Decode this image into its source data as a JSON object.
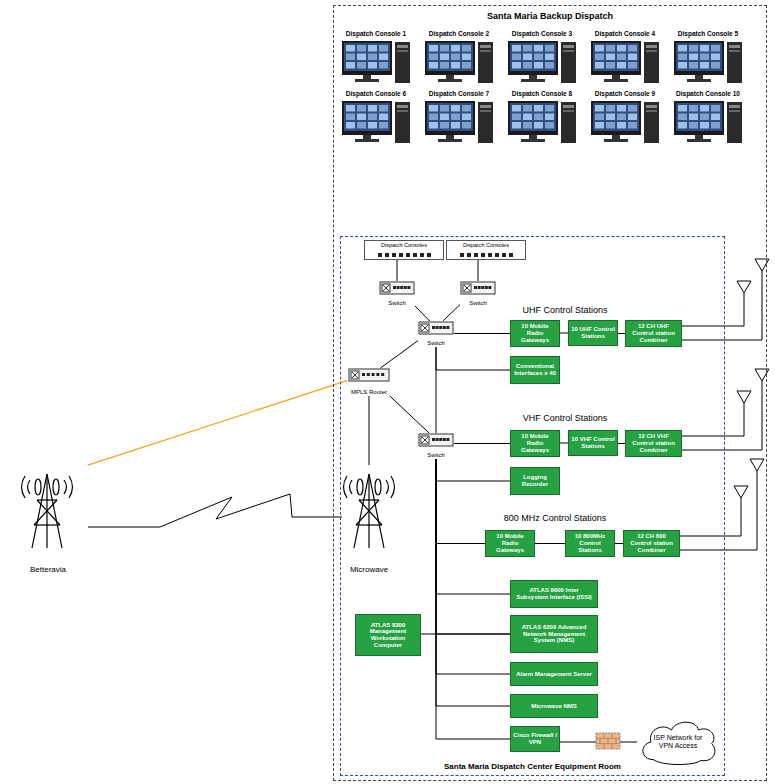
{
  "diagram": {
    "nodes": [
      {
        "text": [
          "Santa Maria Backup Dispatch"
        ]
      },
      {
        "text": [
          "Dispatch Console 1"
        ],
        "in": 0
      },
      {
        "text": [
          "Dispatch Console 2"
        ],
        "in": 0
      },
      {
        "text": [
          "Dispatch Console 3"
        ],
        "in": 0
      },
      {
        "text": [
          "Dispatch Console 4"
        ],
        "in": 0
      },
      {
        "text": [
          "Dispatch Console 5"
        ],
        "in": 0
      },
      {
        "text": [
          "Dispatch Console 6"
        ],
        "in": 0
      },
      {
        "text": [
          "Dispatch Console 7"
        ],
        "in": 0
      },
      {
        "text": [
          "Dispatch Console 8"
        ],
        "in": 0
      },
      {
        "text": [
          "Dispatch Console 9"
        ],
        "in": 0
      },
      {
        "text": [
          "Dispatch Console 10"
        ],
        "in": 0
      },
      {
        "text": [
          "Santa Maria Dispatch Center Equipment Room"
        ],
        "in": 0
      },
      {
        "text": [
          "Dispatch Consoles"
        ],
        "in": 11
      },
      {
        "text": [
          "Dispatch Consoles"
        ],
        "in": 11
      },
      {
        "text": [
          "Switch"
        ],
        "in": 11
      },
      {
        "text": [
          "Switch"
        ],
        "in": 11
      },
      {
        "text": [
          "Switch"
        ],
        "in": 11
      },
      {
        "text": [
          "MPLS Router"
        ],
        "in": 11
      },
      {
        "text": [
          "Switch"
        ],
        "in": 11
      },
      {
        "text": [
          "10 Mobile Radio Gateways"
        ],
        "in": 11
      },
      {
        "text": [
          "10 UHF Control Stations"
        ],
        "in": 11
      },
      {
        "text": [
          "12 CH UHF Control station Combiner"
        ],
        "in": 11
      },
      {
        "text": [
          "Conventional Interfaces x 40"
        ],
        "in": 11
      },
      {
        "text": [
          "10 Mobile Radio Gateways"
        ],
        "in": 11
      },
      {
        "text": [
          "10 VHF Control Stations"
        ],
        "in": 11
      },
      {
        "text": [
          "12 CH VHF Control station Combiner"
        ],
        "in": 11
      },
      {
        "text": [
          "Logging Recorder"
        ],
        "in": 11
      },
      {
        "text": [
          "10 Mobile Radio Gateways"
        ],
        "in": 11
      },
      {
        "text": [
          "10 800MHz Control Stations"
        ],
        "in": 11
      },
      {
        "text": [
          "12 CH 800 Control station Combiner"
        ],
        "in": 11
      },
      {
        "text": [
          "ATLAS 8600 Inter Subsystem Interface (ISSI)"
        ],
        "in": 11
      },
      {
        "text": [
          "ATLAS 8300 Management Workstation Computer"
        ],
        "in": 11
      },
      {
        "text": [
          "ATLAS 6200 Advanced Network Management System (NMS)"
        ],
        "in": 11
      },
      {
        "text": [
          "Alarm Management Server"
        ],
        "in": 11
      },
      {
        "text": [
          "Microwave NMS"
        ],
        "in": 11
      },
      {
        "text": [
          "Cisco Firewall / VPN"
        ],
        "in": 11
      },
      {
        "text": [
          "ISP Network for VPN Access"
        ],
        "in": 11
      },
      {
        "text": [
          "Betteravia"
        ]
      },
      {
        "text": [
          "Microwave"
        ],
        "in": 11
      }
    ],
    "edges": [
      {
        "from": 12,
        "to": 14,
        "arrow": "none"
      },
      {
        "from": 13,
        "to": 15,
        "arrow": "none"
      },
      {
        "from": 14,
        "to": 16,
        "arrow": "none"
      },
      {
        "from": 15,
        "to": 16,
        "arrow": "none"
      },
      {
        "from": 17,
        "to": 16,
        "arrow": "none"
      },
      {
        "from": 17,
        "to": 18,
        "arrow": "none"
      },
      {
        "from": 16,
        "to": 18,
        "arrow": "none"
      },
      {
        "from": 16,
        "to": 19,
        "arrow": "none"
      },
      {
        "from": 19,
        "to": 20,
        "arrow": "none"
      },
      {
        "from": 20,
        "to": 21,
        "arrow": "none"
      },
      {
        "from": 16,
        "to": 22,
        "arrow": "none"
      },
      {
        "from": 18,
        "to": 23,
        "arrow": "none"
      },
      {
        "from": 23,
        "to": 24,
        "arrow": "none"
      },
      {
        "from": 24,
        "to": 25,
        "arrow": "none"
      },
      {
        "from": 18,
        "to": 26,
        "arrow": "none"
      },
      {
        "from": 18,
        "to": 27,
        "arrow": "none"
      },
      {
        "from": 27,
        "to": 28,
        "arrow": "none"
      },
      {
        "from": 28,
        "to": 29,
        "arrow": "none"
      },
      {
        "from": 18,
        "to": 30,
        "arrow": "none"
      },
      {
        "from": 31,
        "to": 32,
        "arrow": "none"
      },
      {
        "from": 18,
        "to": 32,
        "arrow": "none"
      },
      {
        "from": 18,
        "to": 33,
        "arrow": "none"
      },
      {
        "from": 18,
        "to": 34,
        "arrow": "none"
      },
      {
        "from": 18,
        "to": 35,
        "arrow": "none"
      },
      {
        "from": 35,
        "to": 36,
        "arrow": "none"
      },
      {
        "from": 17,
        "to": 38,
        "arrow": "none"
      },
      {
        "from": 37,
        "to": 17,
        "arrow": "none"
      },
      {
        "from": 37,
        "to": 38,
        "arrow": "none"
      }
    ],
    "labels": [
      "UHF Control Stations",
      "VHF Control Stations",
      "800 MHz Control Stations"
    ]
  }
}
